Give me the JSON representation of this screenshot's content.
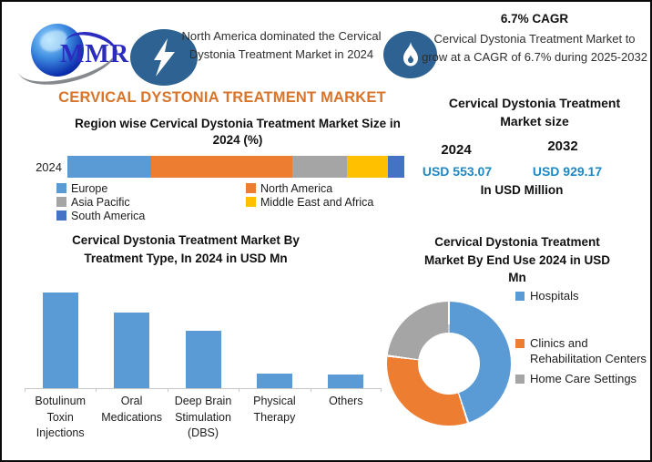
{
  "brand": {
    "logo_text": "MMR"
  },
  "header": {
    "highlight_text": "North America dominated the Cervical Dystonia Treatment Market in 2024",
    "cagr_title": "6.7% CAGR",
    "cagr_text": "Cervical Dystonia Treatment Market to grow at a CAGR of 6.7% during 2025-2032"
  },
  "main_title": "CERVICAL DYSTONIA TREATMENT MARKET",
  "market_size_panel": {
    "title": "Cervical Dystonia Treatment Market size",
    "year_left": "2024",
    "year_right": "2032",
    "value_left": "USD 553.07",
    "value_right": "USD 929.17",
    "unit_note": "In USD Million"
  },
  "chart_data": [
    {
      "type": "bar",
      "variant": "horizontal-stacked",
      "title": "Region wise Cervical Dystonia Treatment Market Size in 2024 (%)",
      "category": "2024",
      "series": [
        {
          "name": "Europe",
          "value": 24.8,
          "color": "#5B9BD5"
        },
        {
          "name": "North America",
          "value": 41.9,
          "color": "#ED7D31"
        },
        {
          "name": "Asia Pacific",
          "value": 16.2,
          "color": "#A5A5A5"
        },
        {
          "name": "Middle East and Africa",
          "value": 12.1,
          "color": "#FFC000"
        },
        {
          "name": "South America",
          "value": 5.0,
          "color": "#4472C4"
        }
      ],
      "values_note": "% share estimated from segment widths; no data labels shown",
      "legend_columns": [
        [
          "Europe",
          "Asia Pacific",
          "South America"
        ],
        [
          "North America",
          "Middle East and Africa"
        ]
      ],
      "legend_position": "bottom"
    },
    {
      "type": "bar",
      "title": "Cervical Dystonia Treatment Market  By Treatment Type, In 2024 in USD Mn",
      "categories": [
        "Botulinum Toxin Injections",
        "Oral Medications",
        "Deep Brain Stimulation (DBS)",
        "Physical Therapy",
        "Others"
      ],
      "values": [
        100,
        79,
        60,
        15,
        14
      ],
      "values_note": "relative heights (0-100); value axis not labeled in source",
      "bar_color": "#5B9BD5",
      "ylim": [
        0,
        100
      ],
      "grid": false,
      "legend_position": "none"
    },
    {
      "type": "pie",
      "variant": "donut",
      "title": "Cervical Dystonia Treatment Market By End Use 2024 in USD Mn",
      "slices": [
        {
          "label": "Hospitals",
          "value": 45,
          "color": "#5B9BD5"
        },
        {
          "label": "Clinics and Rehabilitation Centers",
          "value": 32,
          "color": "#ED7D31"
        },
        {
          "label": "Home Care Settings",
          "value": 23,
          "color": "#A5A5A5"
        }
      ],
      "values_note": "percent estimates from arc angles; no data labels shown",
      "start_angle_deg": 0,
      "legend_position": "right"
    }
  ],
  "colors": {
    "title_orange": "#D9742B",
    "value_blue": "#1E88C5",
    "badge_blue": "#2E6292",
    "axis_gray": "#C6C6C6",
    "border_black": "#0B0B0B"
  }
}
